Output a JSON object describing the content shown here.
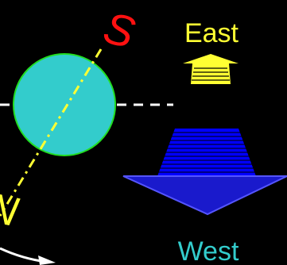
{
  "labels": {
    "south": "S",
    "north": "N",
    "east": "East",
    "west": "West"
  },
  "colors": {
    "background": "#000000",
    "sphere_fill": "#33CCCC",
    "sphere_outline": "#22DD22",
    "axis": "#FFFF33",
    "south_label": "#FF1111",
    "east": "#FFFF33",
    "west": "#33CCCC",
    "west_arrow_stripes": "#0000FF",
    "west_arrow_head": "#1A1ACC",
    "horizon_line": "#FFFFFF",
    "orbit_arc": "#FFFFFF"
  },
  "icons": {
    "east": "up-arrow-icon",
    "west": "down-arrow-icon"
  }
}
